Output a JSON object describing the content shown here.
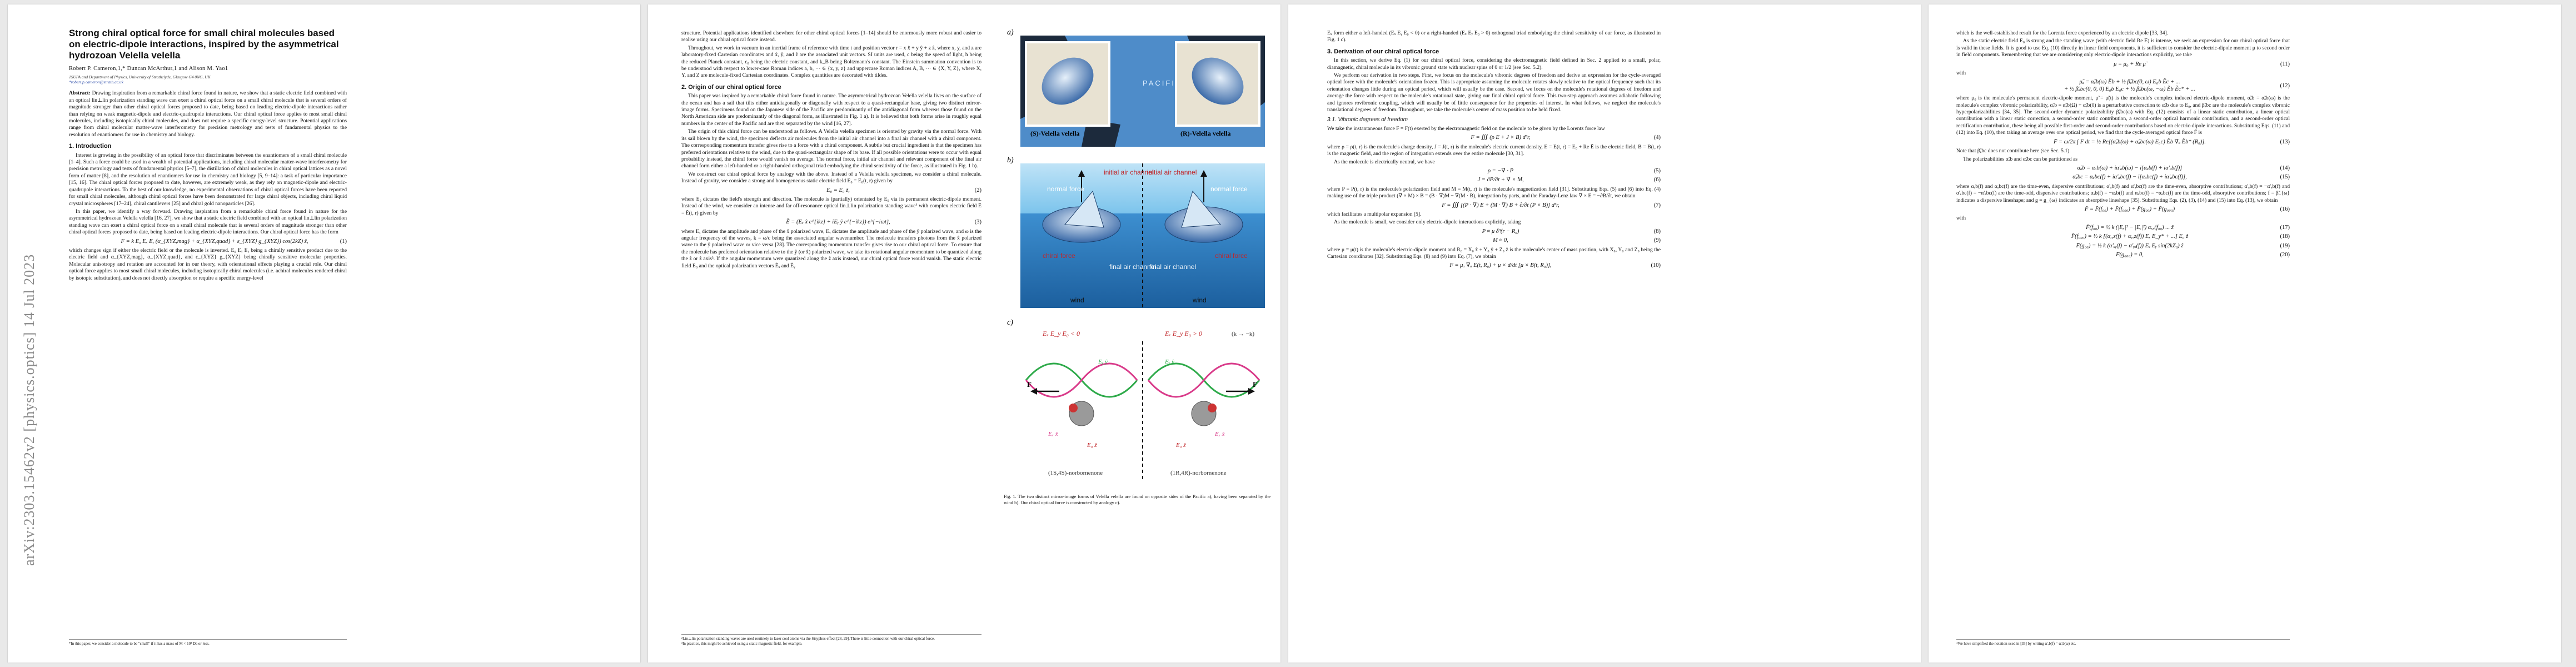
{
  "arxiv_id": "arXiv:2303.15462v2  [physics.optics]  14 Jul 2023",
  "paper": {
    "title": "Strong chiral optical force for small chiral molecules based on electric-dipole interactions, inspired by the asymmetrical hydrozoan Velella velella",
    "authors": "Robert P. Cameron,1,* Duncan McArthur,1 and Alison M. Yao1",
    "affiliation": "1SUPA and Department of Physics, University of Strathclyde, Glasgow G4 0NG, UK",
    "email": "*robert.p.cameron@strath.ac.uk",
    "abstract_label": "Abstract:",
    "abstract": "Drawing inspiration from a remarkable chiral force found in nature, we show that a static electric field combined with an optical lin⊥lin polarization standing wave can exert a chiral optical force on a small chiral molecule that is several orders of magnitude stronger than other chiral optical forces proposed to date, being based on leading electric-dipole interactions rather than relying on weak magnetic-dipole and electric-quadrupole interactions. Our chiral optical force applies to most small chiral molecules, including isotopically chiral molecules, and does not require a specific energy-level structure. Potential applications range from chiral molecular matter-wave interferometry for precision metrology and tests of fundamental physics to the resolution of enantiomers for use in chemistry and biology."
  },
  "page1": {
    "sec1_title": "1.   Introduction",
    "p1": "Interest is growing in the possibility of an optical force that discriminates between the enantiomers of a small chiral molecule [1–4]. Such a force could be used in a wealth of potential applications, including chiral molecular matter-wave interferometry for precision metrology and tests of fundamental physics [5–7], the distillation of chiral molecules in chiral optical lattices as a novel form of matter [8], and the resolution of enantiomers for use in chemistry and biology [5, 9–14]: a task of particular importance [15, 16]. The chiral optical forces proposed to date, however, are extremely weak, as they rely on magnetic-dipole and electric-quadrupole interactions. To the best of our knowledge, no experimental observations of chiral optical forces have been reported for small chiral molecules, although chiral optical forces have been demonstrated for large chiral objects, including chiral liquid crystal microspheres [17–24], chiral cantilevers [25] and chiral gold nanoparticles [26].",
    "p2": "In this paper, we identify a way forward. Drawing inspiration from a remarkable chiral force found in nature for the asymmetrical hydrozoan Velella velella [16, 27], we show that a static electric field combined with an optical lin⊥lin polarization standing wave can exert a chiral optical force on a small chiral molecule that is several orders of magnitude stronger than other chiral optical forces proposed to date, being based on leading electric-dipole interactions. Our chiral optical force has the form",
    "eq1": "F = k E₀ Eₓ Eᵧ (α_{XYZ,mag} + α_{XYZ,quad} + ε_{XYZ} g_{XYZ}) cos(2kZ) ẑ,",
    "eq1_num": "(1)",
    "p3": "which changes sign if either the electric field or the molecule is inverted. E₀ Eₓ Eᵧ being a chirally sensitive product due to the electric field and α_{XYZ,mag}, α_{XYZ,quad}, and ε_{XYZ} g_{XYZ} being chirally sensitive molecular properties. Molecular anisotropy and rotation are accounted for in our theory, with orientational effects playing a crucial role. Our chiral optical force applies to most small chiral molecules, including isotopically chiral molecules (i.e. achiral molecules rendered chiral by isotopic substitution), and does not directly absorption or require a specific energy-level",
    "footnote": "*In this paper, we consider a molecule to be \"small\" if it has a mass of M < 10³ Da or less."
  },
  "page2": {
    "p1": "structure. Potential applications identified elsewhere for other chiral optical forces [1–14] should be enormously more robust and easier to realise using our chiral optical force instead.",
    "p2": "Throughout, we work in vacuum in an inertial frame of reference with time t and position vector r = x x̂ + y ŷ + z ẑ, where x, y, and z are laboratory-fixed Cartesian coordinates and x̂, ŷ, and ẑ are the associated unit vectors. SI units are used, c being the speed of light, ħ being the reduced Planck constant, ε₀ being the electric constant, and k_B being Boltzmann's constant. The Einstein summation convention is to be understood with respect to lower-case Roman indices a, b, ⋯ ∈ {x, y, z} and uppercase Roman indices A, B, ⋯ ∈ {X, Y, Z}, where X, Y, and Z are molecule-fixed Cartesian coordinates. Complex quantities are decorated with tildes.",
    "sec2_title": "2.   Origin of our chiral optical force",
    "p3": "This paper was inspired by a remarkable chiral force found in nature. The asymmetrical hydrozoan Velella velella lives on the surface of the ocean and has a sail that tilts either antidiagonally or diagonally with respect to a quasi-rectangular base, giving two distinct mirror-image forms. Specimens found on the Japanese side of the Pacific are predominantly of the antidiagonal form whereas those found on the North American side are predominantly of the diagonal form, as illustrated in Fig. 1 a). It is believed that both forms arise in roughly equal numbers in the center of the Pacific and are then separated by the wind [16, 27].",
    "p4": "The origin of this chiral force can be understood as follows. A Velella velella specimen is oriented by gravity via the normal force. With its sail blown by the wind, the specimen deflects air molecules from the initial air channel into a final air channel with a chiral component. The corresponding momentum transfer gives rise to a force with a chiral component. A subtle but crucial ingredient is that the specimen has preferred orientations relative to the wind, due to the quasi-rectangular shape of its base. If all possible orientations were to occur with equal probability instead, the chiral force would vanish on average. The normal force, initial air channel and relevant component of the final air channel form either a left-handed or a right-handed orthogonal triad embodying the chiral sensitivity of the force, as illustrated in Fig. 1 b).",
    "p5": "We construct our chiral optical force by analogy with the above. Instead of a Velella velella specimen, we consider a chiral molecule. Instead of gravity, we consider a strong and homogeneous static electric field E₀ = E₀(t, r) given by",
    "eq2": "E₀ = E₀ ẑ,",
    "eq2_num": "(2)",
    "p6": "where E₀ dictates the field's strength and direction. The molecule is (partially) orientated by E₀ via its permanent electric-dipole moment. Instead of the wind, we consider an intense and far off-resonance optical lin⊥lin polarization standing wave² with complex electric field Ẽ = Ẽ(t, r) given by",
    "eq3": "Ẽ = (Eₓ x̂ e^{ikz} + iEᵧ ŷ e^{−ikz}) e^{−iωt},",
    "eq3_num": "(3)",
    "p7": "where Eₓ dictates the amplitude and phase of the x̂ polarized wave, Eᵧ dictates the amplitude and phase of the ŷ polarized wave, and ω is the angular frequency of the waves, k = ω/c being the associated angular wavenumber. The molecule transfers photons from the x̂ polarized wave to the ŷ polarized wave or vice versa [28]. The corresponding momentum transfer gives rise to our chiral optical force. To ensure that the molecule has preferred orientation relative to the ŷ (or x̂) polarized wave, we take its rotational angular momentum to be quantized along the ẑ or ẑ axis³. If the angular momentum were quantized along the ẑ axis instead, our chiral optical force would vanish. The static electric field E₀ and the optical polarization vectors Êₓ and Êᵧ",
    "footnote1": "²Lin⊥lin polarization standing waves are used routinely to laser cool atoms via the Sisyphus effect [28, 29]. There is little connection with our chiral optical force.",
    "footnote2": "³In practice, this might be achieved using a static magnetic field, for example."
  },
  "figure1": {
    "panel_a": "a)",
    "panel_b": "b)",
    "panel_c": "c)",
    "map_label": "PACIFIC",
    "specimen_left": "(S)-Velella velella",
    "specimen_right": "(R)-Velella velella",
    "normal_force": "normal force",
    "initial_air_channel": "initial air channel",
    "final_air_channel": "final air channel",
    "chiral_force": "chiral force",
    "wind": "wind",
    "chirality_left": "Eₓ E_y E₀ < 0",
    "chirality_right": "Eₓ E_y E₀ > 0",
    "sign_flip": "(k → −k)",
    "molecule_left": "(1S,4S)-norbornenone",
    "molecule_right": "(1R,4R)-norbornenone",
    "force_label": "F",
    "field_x": "Eₓ x̂",
    "field_y": "Eᵧ ŷ",
    "field_z": "E₀ ẑ",
    "caption": "Fig. 1.  The two distinct mirror-image forms of Velella velella are found on opposite sides of the Pacific a), having been separated by the wind b). Our chiral optical force is constructed by analogy c)."
  },
  "page3": {
    "p1": "Eₓ form either a left-handed (Eₓ Eᵧ E₀ < 0) or a right-handed (Eₓ Eᵧ E₀ > 0) orthogonal triad embodying the chiral sensitivity of our force, as illustrated in Fig. 1 c).",
    "sec3_title": "3.   Derivation of our chiral optical force",
    "p2": "In this section, we derive Eq. (1) for our chiral optical force, considering the electromagnetic field defined in Sec. 2 applied to a small, polar, diamagnetic, chiral molecule in its vibronic ground state with nuclear spins of 0 or 1/2 (see Sec. 5.2).",
    "p3": "We perform our derivation in two steps. First, we focus on the molecule's vibronic degrees of freedom and derive an expression for the cycle-averaged optical force with the molecule's orientation frozen. This is appropriate assuming the molecule rotates slowly relative to the optical frequency such that its orientation changes little during an optical period, which will usually be the case. Second, we focus on the molecule's rotational degrees of freedom and average the force with respect to the molecule's rotational state, giving our final chiral optical force. This two-step approach assumes adiabatic following and ignores rovibronic coupling, which will usually be of little consequence for the properties of interest. In what follows, we neglect the molecule's translational degrees of freedom. Throughout, we take the molecule's center of mass position to be held fixed.",
    "sub31_title": "3.1.   Vibronic degrees of freedom",
    "p4": "We take the instantaneous force F = F(t) exerted by the electromagnetic field on the molecule to be given by the Lorentz force law",
    "eq4": "F = ∭ (ρ E + J × B) d³r,",
    "eq4_num": "(4)",
    "p5": "where ρ = ρ(t, r) is the molecule's charge density, J = J(t, r) is the molecule's electric current density, E = E(t, r) = E₀ + Re Ẽ is the electric field, B = B(t, r) is the magnetic field, and the region of integration extends over the entire molecule [30, 31].",
    "p6": "As the molecule is electrically neutral, we have",
    "eq5": "ρ = −∇ · P",
    "eq5_num": "(5)",
    "eq6": "J = ∂P/∂t + ∇ × M,",
    "eq6_num": "(6)",
    "p7": "where P = P(t, r) is the molecule's polarization field and M = M(t, r) is the molecule's magnetization field [31]. Substituting Eqs. (5) and (6) into Eq. (4) making use of the triple product (∇ × M) × B = (B · ∇)M − ∇(M · B), integration by parts, and the Faraday-Lenz law ∇ × E = −∂B/∂t, we obtain",
    "eq7": "F = ∭ [(P · ∇) E + (M · ∇) B + ∂/∂t (P × B)] d³r,",
    "eq7_num": "(7)",
    "p8": "which facilitates a multipolar expansion [5].",
    "p9": "As the molecule is small, we consider only electric-dipole interactions explicitly, taking",
    "eq8": "P ≈ μ δ³(r − R₀)",
    "eq8_num": "(8)",
    "eq9": "M ≈ 0,",
    "eq9_num": "(9)",
    "p10": "where μ = μ(t) is the molecule's electric-dipole moment and R₀ = X₀ x̂ + Y₀ ŷ + Z₀ ẑ is the molecule's center of mass position, with X₀, Y₀ and Z₀ being the Cartesian coordinates [32]. Substituting Eqs. (8) and (9) into Eq. (7), we obtain",
    "eq10": "F = μₐ ∇ₐ E(t, R₀) + μ × d/dt [μ × B(t, R₀)],",
    "eq10_num": "(10)"
  },
  "page4": {
    "p1": "which is the well-established result for the Lorentz force experienced by an electric dipole [33, 34].",
    "p2": "As the static electric field E₀ is strong and the standing wave (with electric field Re Ẽ) is intense, we seek an expression for our chiral optical force that is valid in these fields. It is good to use Eq. (10) directly in linear field components, it is sufficient to consider the electric-dipole moment μ to second order in field components. Remembering that we are considering only electric-dipole interactions explicitly, we take",
    "eq11": "μ = μ₀ + Re μ̃",
    "eq11_num": "(11)",
    "with1": "with",
    "eq12a": "μ̃ₐ = α̃ₐb(ω) Ẽb + ½ β̃ₐbc(0, ω) E₀b Ẽc + ...",
    "eq12b": "+ ½ β̃ₐbc(0, 0, 0) E₀b E₀c + ½ β̃ₐbc(ω, −ω) Ẽb Ẽc* + ...",
    "eq12_num": "(12)",
    "p3": "where μ₀ is the molecule's permanent electric-dipole moment, μ̃ = μ̃(t) is the molecule's complex induced electric-dipole moment, α̃ₐb = α̃ₐb(ω) is the molecule's complex vibronic polarizability, α̃ₐb = α̃ₐb(Ω) + α̃ₐb(0) is a perturbative correction to α̃ₐb due to E₀, and β̃ₐbc are the molecule's complex vibronic hyperpolarizabilities [34, 35]. The second-order dynamic polarizability β̃ₐbc(ω) with Eq. (12) consists of a linear static contribution, a linear optical contribution with a linear static correction, a second-order static contribution, a second-order optical harmonic contribution, and a second-order optical rectification contribution, these being all possible first-order and second-order contributions based on electric-dipole interactions. Substituting Eqs. (11) and (12) into Eq. (10), then taking an average over one optical period, we find that the cycle-averaged optical force F̄ is",
    "eq13": "F̄ = ω/2π ∫ F dt = ½ Re[(α̃ₐb(ω) + α̃ₐbc(ω) E₀c) Ẽb ∇ₐ Ẽb* (R₀)].",
    "eq13_num": "(13)",
    "p4": "Note that β̃ₐbc does not contribute here (see Sec. 5.1).",
    "p5": "The polarizabilities α̃ₐb and α̃ₐbc can be partitioned as",
    "eq14": "α̃ₐb = αₐb(ω) + iα'ₐb(ω) − i[αₐb(f) + iα'ₐb(f)]",
    "eq14_num": "(14)",
    "eq15": "α̃ₐbc = αₐbc(f) + iα'ₐbc(f) − i[αₐbc(f) + iα'ₐbc(f)],",
    "eq15_num": "(15)",
    "p6": "where αₐb(f) and αₐbc(f) are the time-even, dispersive contributions; α'ₐb(f) and α'ₐbc(f) are the time-even, absorptive contributions; α'ₐb(f) = −α'ₐb(f) and α'ₐbc(f) = −α'ₐbc(f) are the time-odd, dispersive contributions; αₐb(f) = −αₐb(f) and αₐbc(f) = −αₐbc(f) are the time-odd, absorptive contributions; f = β̃_{ω} indicates a dispersive lineshape; and g = g_{ω} indicates an absorptive lineshape [35]. Substituting Eqs. (2), (3), (14) and (15) into Eq. (13), we obtain",
    "eq16": "F̄ = F̄(f₀₀) + F̄(f₀₀₀) + F̄(g₀₀) + F̄(g₀₀₀)",
    "eq16_num": "(16)",
    "with2": "with",
    "eq17": "F̄(f₀₀) = ½ k (|Eₓ|² − |Eᵧ|²) αₓₓ(f₀₀) ... ẑ",
    "eq17_num": "(17)",
    "eq18": "F̄(f₀₀₀) = ½ k [(αₓᵧz(f) + αᵧₓz(f)) Eₓ E_y* + ...] E₀ ẑ",
    "eq18_num": "(18)",
    "eq19": "F̄(g₀₀) = ½ k (α'ₓᵧ(f) − α'ᵧₓ(f)) Eₓ Eᵧ sin(2kZ₀) ẑ",
    "eq19_num": "(19)",
    "eq20": "F̄(g₀₀₀) = 0,",
    "eq20_num": "(20)",
    "footnote": "⁴We have simplified the notation used in [35] by writing αʹₐb(f) = α'ₐb(ω) etc."
  }
}
